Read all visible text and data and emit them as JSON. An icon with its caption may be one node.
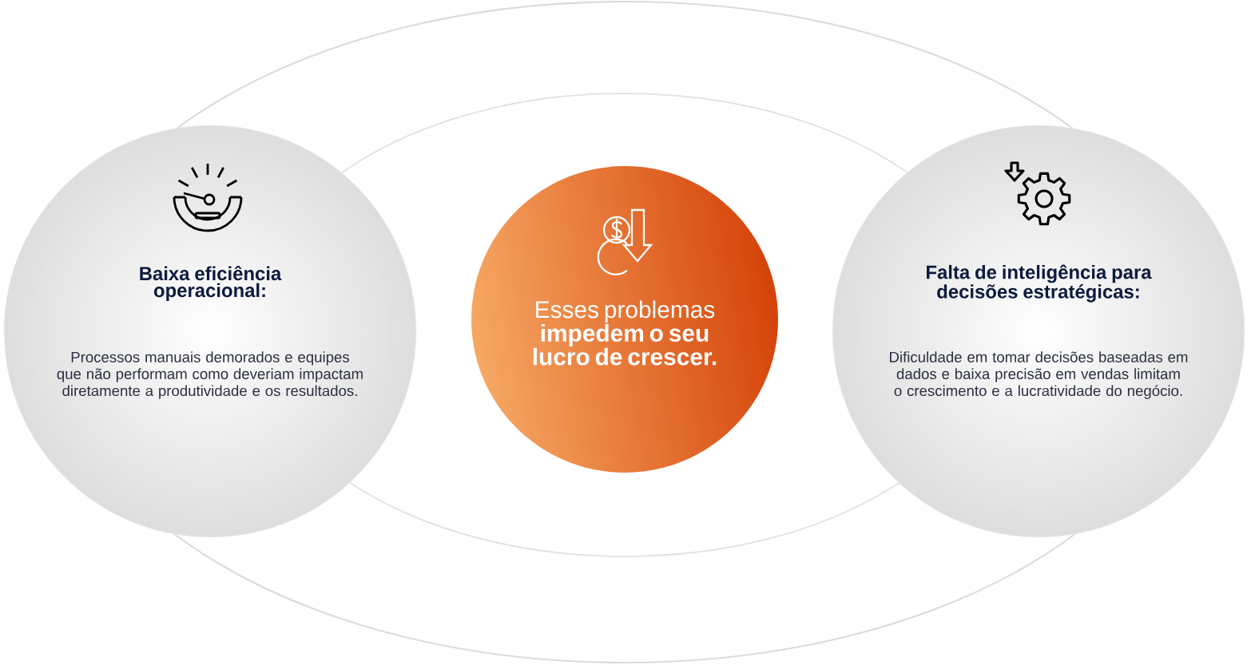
{
  "diagram": {
    "nodes": [
      {
        "text": [
          "Baixa eficiência operacional:",
          "Processos manuais demorados e equipes que não performam como deveriam impactam diretamente a produtividade e os resultados."
        ]
      },
      {
        "text": [
          "Esses problemas **impedem o seu lucro de crescer.**"
        ]
      },
      {
        "text": [
          "Falta de inteligência para decisões estratégicas:",
          "Dificuldade em tomar decisões baseadas em dados e baixa precisão em vendas limitam o crescimento e a lucratividade do negócio."
        ]
      }
    ]
  }
}
